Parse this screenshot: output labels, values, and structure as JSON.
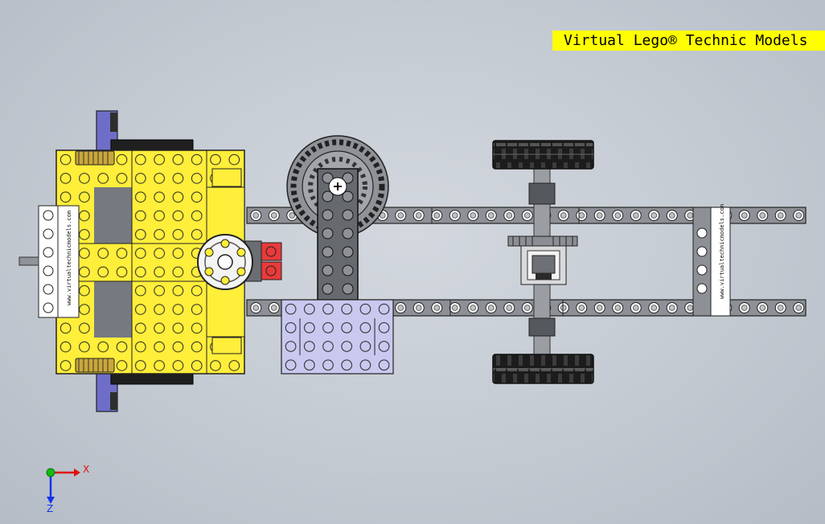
{
  "banner": {
    "text": "Virtual Lego® Technic Models"
  },
  "watermark": {
    "text": "www.virtualtechnicmodels.com"
  },
  "triad": {
    "x_label": "X",
    "z_label": "Z"
  },
  "colors": {
    "background": "#c4cad2",
    "banner_bg": "#ffff00",
    "yellow_brick": "#ffee3a",
    "beam_gray": "#8a8d93",
    "dark_gray": "#5c5f64",
    "lavender_plate": "#c9c9f0",
    "blue_plate": "#6e6ec8",
    "red_brick": "#e83a3a",
    "tire": "#1c1c1c",
    "x_axis": "#dd1111",
    "y_axis": "#11bb11",
    "z_axis": "#1133ee"
  },
  "icons": [
    "gear-icon",
    "wheel-icon",
    "axis-triad-icon"
  ]
}
